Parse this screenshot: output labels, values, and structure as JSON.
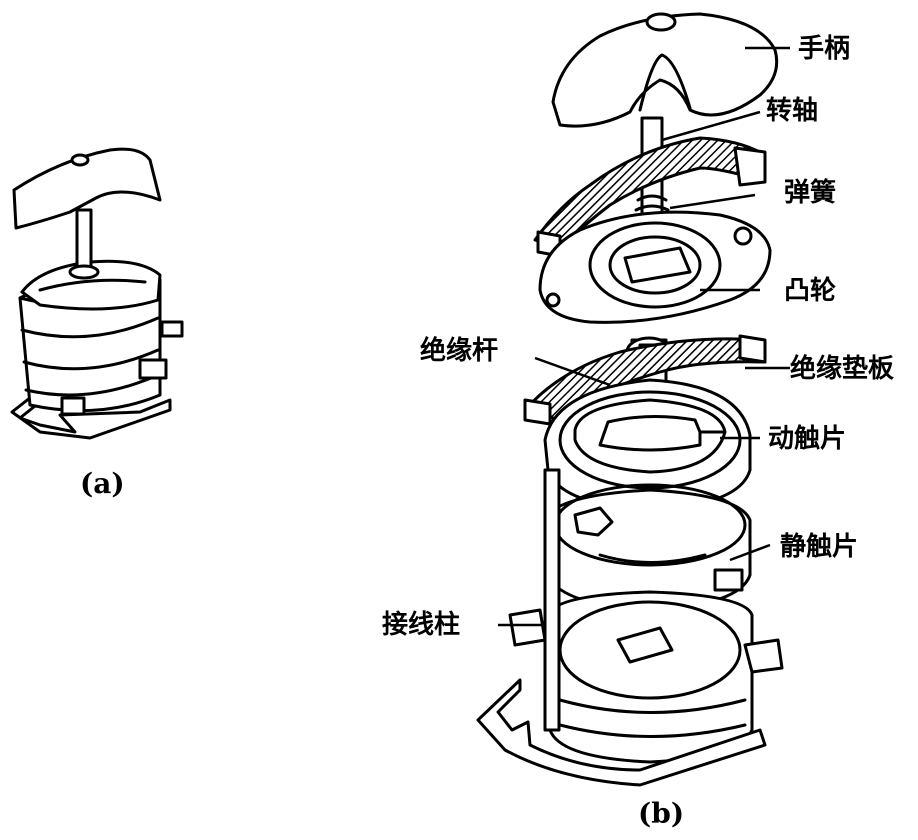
{
  "figure": {
    "caption_a": "(a)",
    "caption_b": "(b)",
    "labels": {
      "handle": "手柄",
      "shaft": "转轴",
      "spring": "弹簧",
      "cam": "凸轮",
      "insulating_rod": "绝缘杆",
      "insulating_pad": "绝缘垫板",
      "moving_contact": "动触片",
      "static_contact": "静触片",
      "terminal": "接线柱"
    }
  }
}
